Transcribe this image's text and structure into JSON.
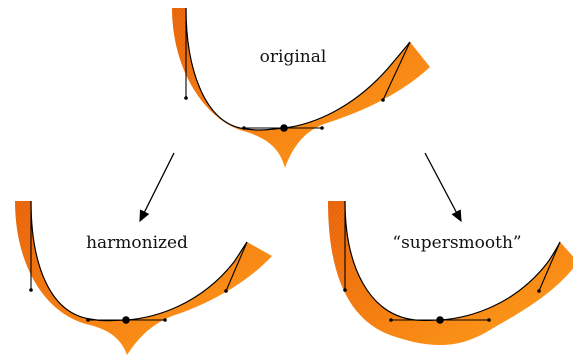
{
  "labels": {
    "top": "original",
    "left": "harmonized",
    "right": "“supersmooth”"
  },
  "colors": {
    "band_dark": "#e8610a",
    "band_mid": "#f57d0f",
    "band_light": "#ffa01c",
    "hatch": "#ffb340",
    "ink": "#000000"
  }
}
